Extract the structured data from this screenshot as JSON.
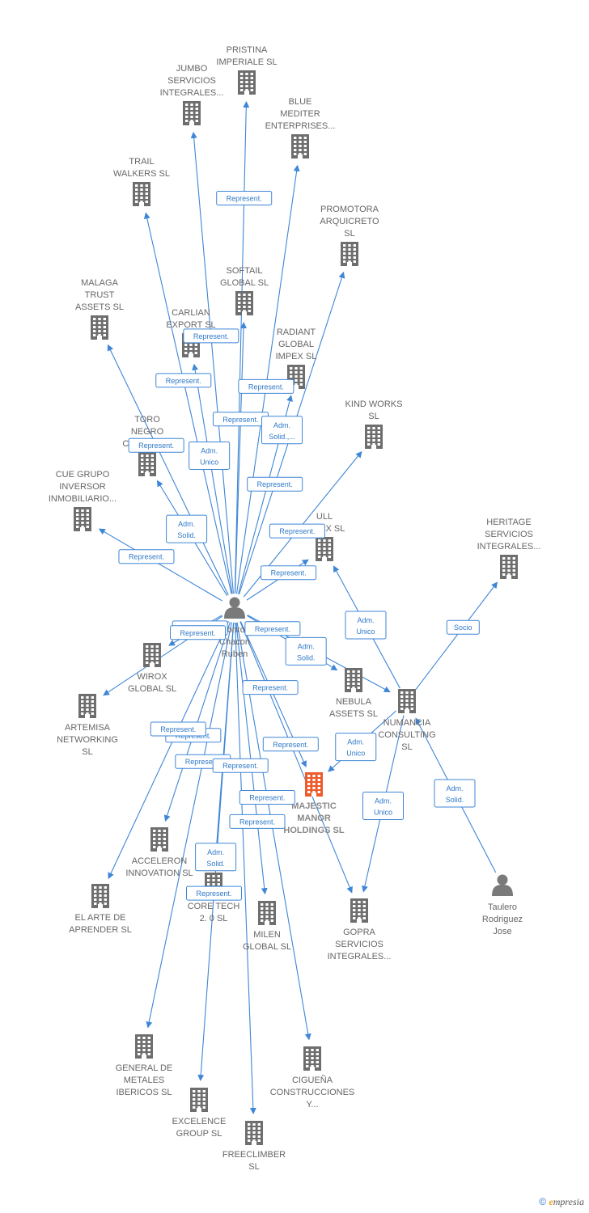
{
  "colors": {
    "edge": "#3f86d6",
    "building": "#6e6e6e",
    "focus_building": "#ee5a2a",
    "person": "#7a7a7a",
    "label": "#666666"
  },
  "nodes": [
    {
      "id": "pristina",
      "type": "company",
      "name": "pristina-node",
      "lines": [
        "PRISTINA",
        "IMPERIALE  SL"
      ]
    },
    {
      "id": "jumbo",
      "type": "company",
      "name": "jumbo-node",
      "lines": [
        "JUMBO",
        "SERVICIOS",
        "INTEGRALES..."
      ]
    },
    {
      "id": "blue",
      "type": "company",
      "name": "blue-mediter-node",
      "lines": [
        "BLUE",
        "MEDITER",
        "ENTERPRISES..."
      ]
    },
    {
      "id": "trail",
      "type": "company",
      "name": "trail-walkers-node",
      "lines": [
        "TRAIL",
        "WALKERS  SL"
      ]
    },
    {
      "id": "promotora",
      "type": "company",
      "name": "promotora-node",
      "lines": [
        "PROMOTORA",
        "ARQUICRETO",
        "SL"
      ]
    },
    {
      "id": "softail",
      "type": "company",
      "name": "softail-node",
      "lines": [
        "SOFTAIL",
        "GLOBAL  SL"
      ]
    },
    {
      "id": "malaga",
      "type": "company",
      "name": "malaga-trust-node",
      "lines": [
        "MALAGA",
        "TRUST",
        "ASSETS  SL"
      ]
    },
    {
      "id": "carlian",
      "type": "company",
      "name": "carlian-node",
      "lines": [
        "CARLIAN",
        "EXPORT SL"
      ]
    },
    {
      "id": "radiant",
      "type": "company",
      "name": "radiant-node",
      "lines": [
        "RADIANT",
        "GLOBAL",
        "IMPEX  SL"
      ]
    },
    {
      "id": "kind",
      "type": "company",
      "name": "kind-works-node",
      "lines": [
        "KIND WORKS",
        "SL"
      ]
    },
    {
      "id": "toro",
      "type": "company",
      "name": "toro-negro-node",
      "lines": [
        "TORO",
        "NEGRO",
        "CAPITAL  SL"
      ]
    },
    {
      "id": "cue",
      "type": "company",
      "name": "cue-grupo-node",
      "lines": [
        "CUE GRUPO",
        "INVERSOR",
        "INMOBILIARIO..."
      ]
    },
    {
      "id": "ull",
      "type": "company",
      "name": "ull-impex-node",
      "lines": [
        "ULL",
        "IMPEX  SL"
      ]
    },
    {
      "id": "heritage",
      "type": "company",
      "name": "heritage-node",
      "lines": [
        "HERITAGE",
        "SERVICIOS",
        "INTEGRALES..."
      ]
    },
    {
      "id": "monroy",
      "type": "person",
      "name": "monroy-node",
      "lines": [
        "Monroy",
        "Chacon",
        "Ruben"
      ]
    },
    {
      "id": "wirox",
      "type": "company",
      "name": "wirox-node",
      "lines": [
        "WIROX",
        "GLOBAL  SL"
      ]
    },
    {
      "id": "nebula",
      "type": "company",
      "name": "nebula-node",
      "lines": [
        "NEBULA",
        "ASSETS  SL"
      ]
    },
    {
      "id": "numancia",
      "type": "company",
      "name": "numancia-node",
      "lines": [
        "NUMANCIA",
        "CONSULTING",
        "SL"
      ]
    },
    {
      "id": "artemisa",
      "type": "company",
      "name": "artemisa-node",
      "lines": [
        "ARTEMISA",
        "NETWORKING",
        "SL"
      ]
    },
    {
      "id": "majestic",
      "type": "focus",
      "name": "majestic-node",
      "lines": [
        "MAJESTIC",
        "MANOR",
        "HOLDINGS  SL"
      ]
    },
    {
      "id": "acceleron",
      "type": "company",
      "name": "acceleron-node",
      "lines": [
        "ACCELERON",
        "INNOVATION SL"
      ]
    },
    {
      "id": "elarte",
      "type": "company",
      "name": "el-arte-node",
      "lines": [
        "EL ARTE DE",
        "APRENDER  SL"
      ]
    },
    {
      "id": "coretech",
      "type": "company",
      "name": "core-tech-node",
      "lines": [
        "CORE TECH",
        "2. 0  SL"
      ]
    },
    {
      "id": "milen",
      "type": "company",
      "name": "milen-node",
      "lines": [
        "MILEN",
        "GLOBAL  SL"
      ]
    },
    {
      "id": "gopra",
      "type": "company",
      "name": "gopra-node",
      "lines": [
        "GOPRA",
        "SERVICIOS",
        "INTEGRALES..."
      ]
    },
    {
      "id": "taulero",
      "type": "person",
      "name": "taulero-node",
      "lines": [
        "Taulero",
        "Rodriguez",
        "Jose"
      ]
    },
    {
      "id": "general",
      "type": "company",
      "name": "general-metales-node",
      "lines": [
        "GENERAL DE",
        "METALES",
        "IBERICOS  SL"
      ]
    },
    {
      "id": "ciguena",
      "type": "company",
      "name": "ciguena-node",
      "lines": [
        "CIGUEÑA",
        "CONSTRUCCIONES",
        "Y..."
      ]
    },
    {
      "id": "excelence",
      "type": "company",
      "name": "excelence-node",
      "lines": [
        "EXCELENCE",
        "GROUP  SL"
      ]
    },
    {
      "id": "freeclimber",
      "type": "company",
      "name": "freeclimber-node",
      "lines": [
        "FREECLIMBER",
        "SL"
      ]
    }
  ],
  "edges": [
    {
      "from": "monroy",
      "to": "pristina",
      "label": "Represent."
    },
    {
      "from": "monroy",
      "to": "jumbo",
      "label": "Represent."
    },
    {
      "from": "monroy",
      "to": "blue",
      "label": "Represent."
    },
    {
      "from": "monroy",
      "to": "trail",
      "label": "Represent."
    },
    {
      "from": "monroy",
      "to": "promotora",
      "label": "Represent."
    },
    {
      "from": "monroy",
      "to": "softail",
      "label": "Represent."
    },
    {
      "from": "monroy",
      "to": "malaga",
      "label": "Represent."
    },
    {
      "from": "monroy",
      "to": "carlian",
      "label": "Adm. Unico"
    },
    {
      "from": "monroy",
      "to": "radiant",
      "label": "Adm. Solid.,..."
    },
    {
      "from": "monroy",
      "to": "kind",
      "label": "Represent."
    },
    {
      "from": "monroy",
      "to": "toro",
      "label": "Adm. Solid."
    },
    {
      "from": "monroy",
      "to": "cue",
      "label": "Represent."
    },
    {
      "from": "monroy",
      "to": "ull",
      "label": "Represent."
    },
    {
      "from": "monroy",
      "to": "wirox",
      "label": "Represent."
    },
    {
      "from": "monroy",
      "to": "artemisa",
      "label": "Represent."
    },
    {
      "from": "monroy",
      "to": "nebula",
      "label": "Adm. Solid."
    },
    {
      "from": "monroy",
      "to": "numancia",
      "label": "Represent."
    },
    {
      "from": "monroy",
      "to": "majestic",
      "label": "Represent."
    },
    {
      "from": "monroy",
      "to": "acceleron",
      "label": "Represent."
    },
    {
      "from": "monroy",
      "to": "elarte",
      "label": "Represent."
    },
    {
      "from": "monroy",
      "to": "coretech",
      "label": "Adm. Solid."
    },
    {
      "from": "monroy",
      "to": "milen",
      "label": "Represent."
    },
    {
      "from": "monroy",
      "to": "gopra",
      "label": "Represent."
    },
    {
      "from": "monroy",
      "to": "general",
      "label": "Represent."
    },
    {
      "from": "monroy",
      "to": "excelence",
      "label": "Represent."
    },
    {
      "from": "monroy",
      "to": "freeclimber",
      "label": "Represent."
    },
    {
      "from": "monroy",
      "to": "ciguena",
      "label": "Represent."
    },
    {
      "from": "numancia",
      "to": "ull",
      "label": "Adm. Unico"
    },
    {
      "from": "numancia",
      "to": "heritage",
      "label": "Socio"
    },
    {
      "from": "numancia",
      "to": "majestic",
      "label": "Adm. Unico"
    },
    {
      "from": "numancia",
      "to": "gopra",
      "label": "Adm. Unico"
    },
    {
      "from": "taulero",
      "to": "numancia",
      "label": "Adm. Solid."
    }
  ],
  "footer": {
    "copyright": "©",
    "brand_initial": "e",
    "brand_rest": "mpresia"
  }
}
